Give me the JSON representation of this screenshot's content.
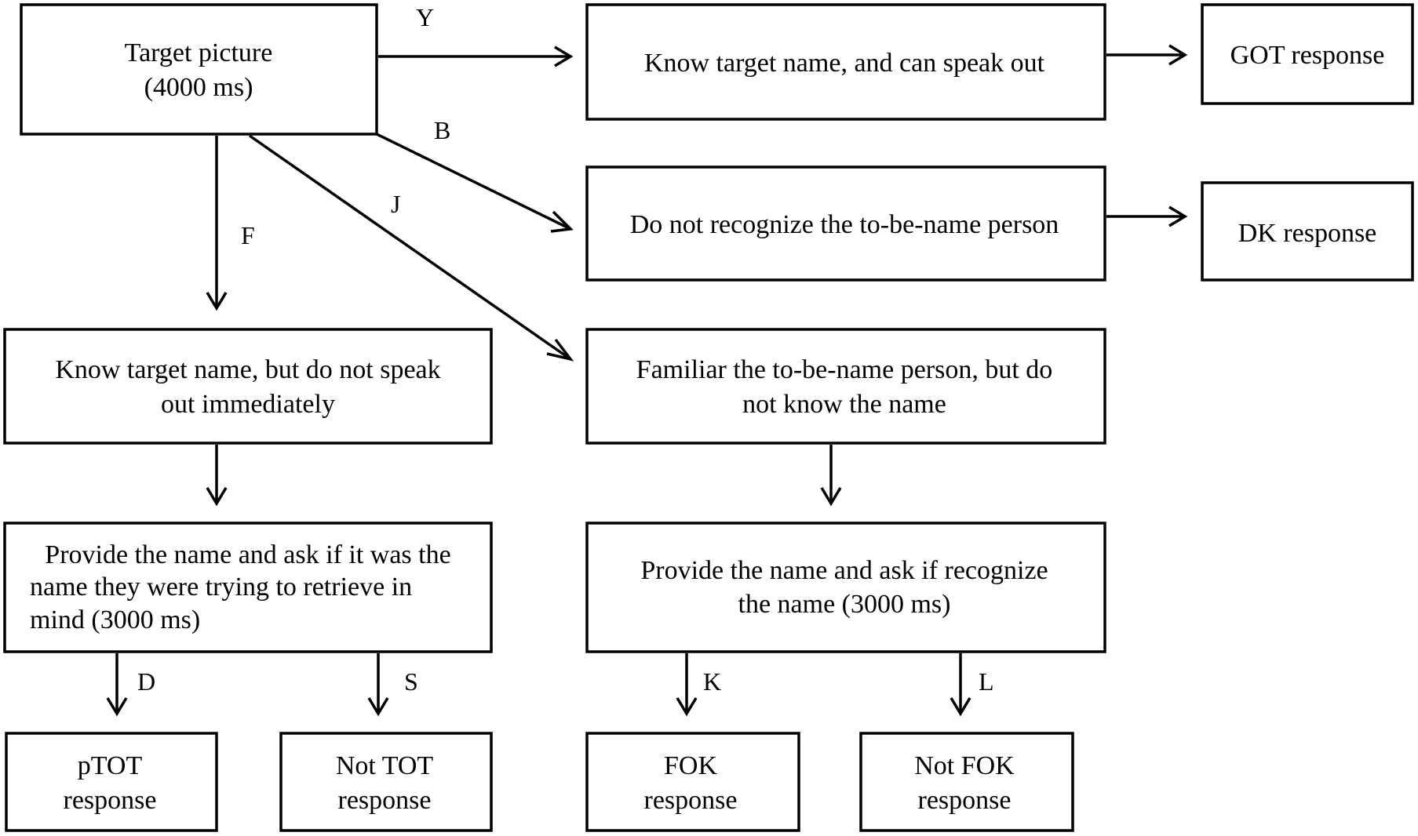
{
  "nodes": {
    "target_picture": [
      "Target picture",
      "(4000 ms)"
    ],
    "know_can_speak": [
      "Know target name, and can speak out"
    ],
    "got_response": [
      "GOT response"
    ],
    "not_recognize": [
      "Do not recognize the to-be-name person"
    ],
    "dk_response": [
      "DK response"
    ],
    "know_not_speak": [
      "Know target name, but do not speak",
      "out immediately"
    ],
    "familiar": [
      "Familiar the to-be-name person, but do",
      "not know the name"
    ],
    "provide_retrieve": [
      "Provide the name and ask if it was the",
      "name they were trying to retrieve in",
      "mind (3000 ms)"
    ],
    "provide_recognize": [
      "Provide the name and ask if recognize",
      "the name (3000 ms)"
    ],
    "ptot_response": [
      "pTOT",
      "response"
    ],
    "not_tot_response": [
      "Not TOT",
      "response"
    ],
    "fok_response": [
      "FOK",
      "response"
    ],
    "not_fok_response": [
      "Not FOK",
      "response"
    ]
  },
  "edge_labels": {
    "y": "Y",
    "b": "B",
    "j": "J",
    "f": "F",
    "d": "D",
    "s": "S",
    "k": "K",
    "l": "L"
  }
}
